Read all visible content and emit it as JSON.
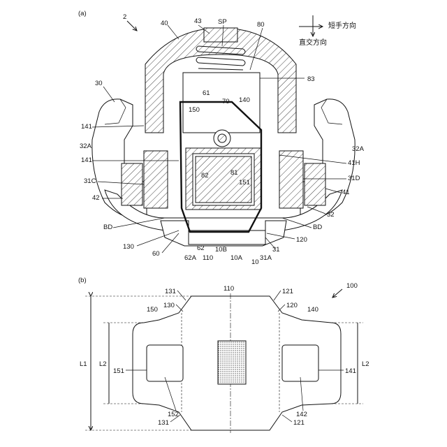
{
  "figure_a": {
    "panel_label": "(a)",
    "ref_2": "2",
    "direction_short": "短手方向",
    "direction_orth": "直交方向",
    "labels": {
      "l40": "40",
      "l43": "43",
      "lSP": "SP",
      "l80": "80",
      "l83": "83",
      "l30": "30",
      "l61": "61",
      "l70": "70",
      "l140": "140",
      "l150": "150",
      "l141a": "141",
      "l32Aleft": "32A",
      "l141b": "141",
      "l31C": "31C",
      "l42": "42",
      "lBDleft": "BD",
      "l130": "130",
      "l60": "60",
      "l82": "82",
      "l81": "81",
      "l151": "151",
      "l32Aright": "32A",
      "l41H": "41H",
      "l31D": "31D",
      "l41": "41",
      "l32": "32",
      "lBDright": "BD",
      "l120": "120",
      "l31": "31",
      "l62": "62",
      "l62A": "62A",
      "l110": "110",
      "l10B": "10B",
      "l10A": "10A",
      "l31A": "31A",
      "l10": "10"
    }
  },
  "figure_b": {
    "panel_label": "(b)",
    "labels": {
      "l100": "100",
      "l131top": "131",
      "l110": "110",
      "l121top": "121",
      "l130": "130",
      "l120": "120",
      "l150": "150",
      "l140": "140",
      "lL1": "L1",
      "lL2left": "L2",
      "lL2right": "L2",
      "l151": "151",
      "l141": "141",
      "l152": "152",
      "l142": "142",
      "l131bottom": "131",
      "l121bottom": "121"
    }
  }
}
